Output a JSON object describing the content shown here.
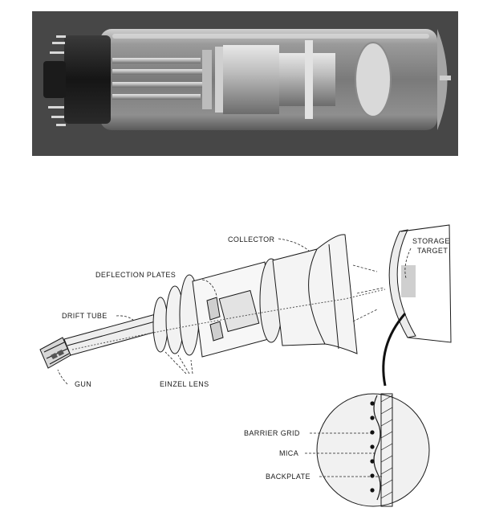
{
  "photo": {
    "subject": "storage-tube-photograph"
  },
  "diagram": {
    "labels": {
      "collector": "COLLECTOR",
      "storage": "STORAGE",
      "target": "TARGET",
      "deflection_plates": "DEFLECTION PLATES",
      "drift_tube": "DRIFT TUBE",
      "gun": "GUN",
      "einzel_lens": "EINZEL LENS",
      "barrier_grid": "BARRIER GRID",
      "mica": "MICA",
      "backplate": "BACKPLATE"
    }
  }
}
